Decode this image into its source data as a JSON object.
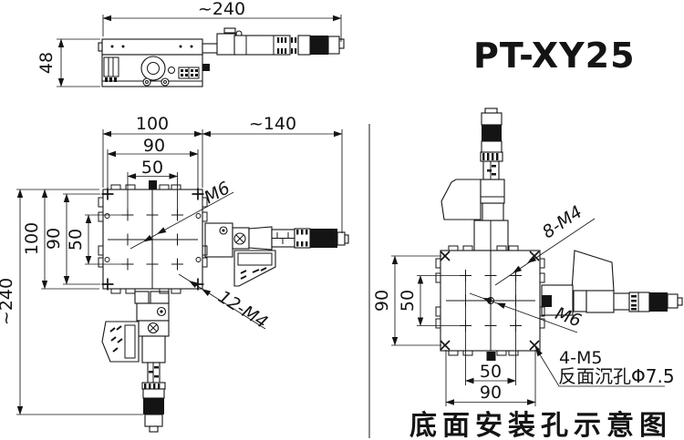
{
  "title": {
    "text": "PT-XY25",
    "color": "#373737"
  },
  "caption": "底面安装孔示意图",
  "colors": {
    "line": "#141414",
    "background": "#ffffff"
  },
  "side_view": {
    "dim_length": "~240",
    "dim_height": "48"
  },
  "top_view": {
    "dim_top": {
      "d100": "100",
      "d90": "90",
      "d50": "50",
      "d140": "~140"
    },
    "dim_left": {
      "d100": "100",
      "d90": "90",
      "d50": "50",
      "d240": "~240"
    },
    "labels": {
      "m6": "M6",
      "m4": "12-M4"
    }
  },
  "bottom_view": {
    "dim_left": {
      "d90": "90",
      "d50": "50"
    },
    "dim_bottom": {
      "d50": "50",
      "d90": "90"
    },
    "labels": {
      "m4": "8-M4",
      "m6": "M6",
      "m5": "4-M5",
      "counterbore": "反面沉孔Φ7.5"
    }
  }
}
